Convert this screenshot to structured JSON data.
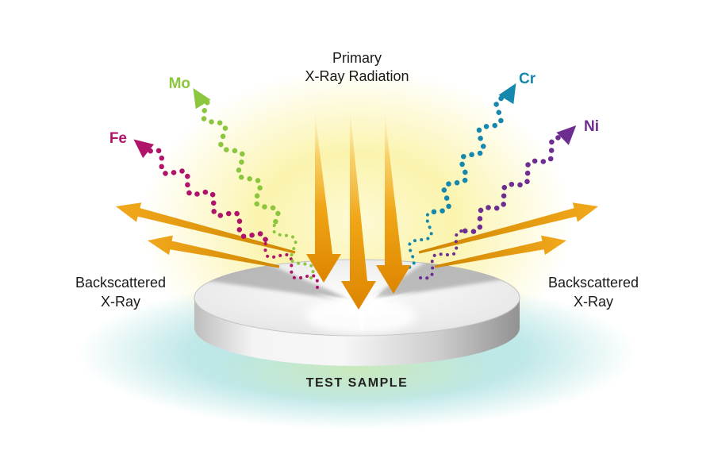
{
  "labels": {
    "primary_line1": "Primary",
    "primary_line2": "X-Ray Radiation",
    "backscattered_left_line1": "Backscattered",
    "backscattered_left_line2": "X-Ray",
    "backscattered_right_line1": "Backscattered",
    "backscattered_right_line2": "X-Ray",
    "test_sample": "TEST SAMPLE"
  },
  "elements": [
    {
      "label": "Fe",
      "color": "#b0136a"
    },
    {
      "label": "Mo",
      "color": "#8cc63e"
    },
    {
      "label": "Cr",
      "color": "#1687ad"
    },
    {
      "label": "Ni",
      "color": "#6e2d90"
    }
  ],
  "colors": {
    "beam_light": "#f8dd95",
    "beam_mid": "#f0a616",
    "beam_dark": "#dd8500",
    "back_head": "#f2a81c",
    "back_tail": "#cf8600",
    "glow_yellow_core": "#fdfad6",
    "glow_yellow": "#faf2a0",
    "glow_teal": "#7fd0d0",
    "glow_green": "#cdeab6",
    "disc_top_center": "#fbfbfb",
    "disc_top_edge": "#d2d2d2",
    "disc_side_light": "#f4f4f4",
    "disc_side_dark": "#929292",
    "text": "#1a1a1a"
  }
}
